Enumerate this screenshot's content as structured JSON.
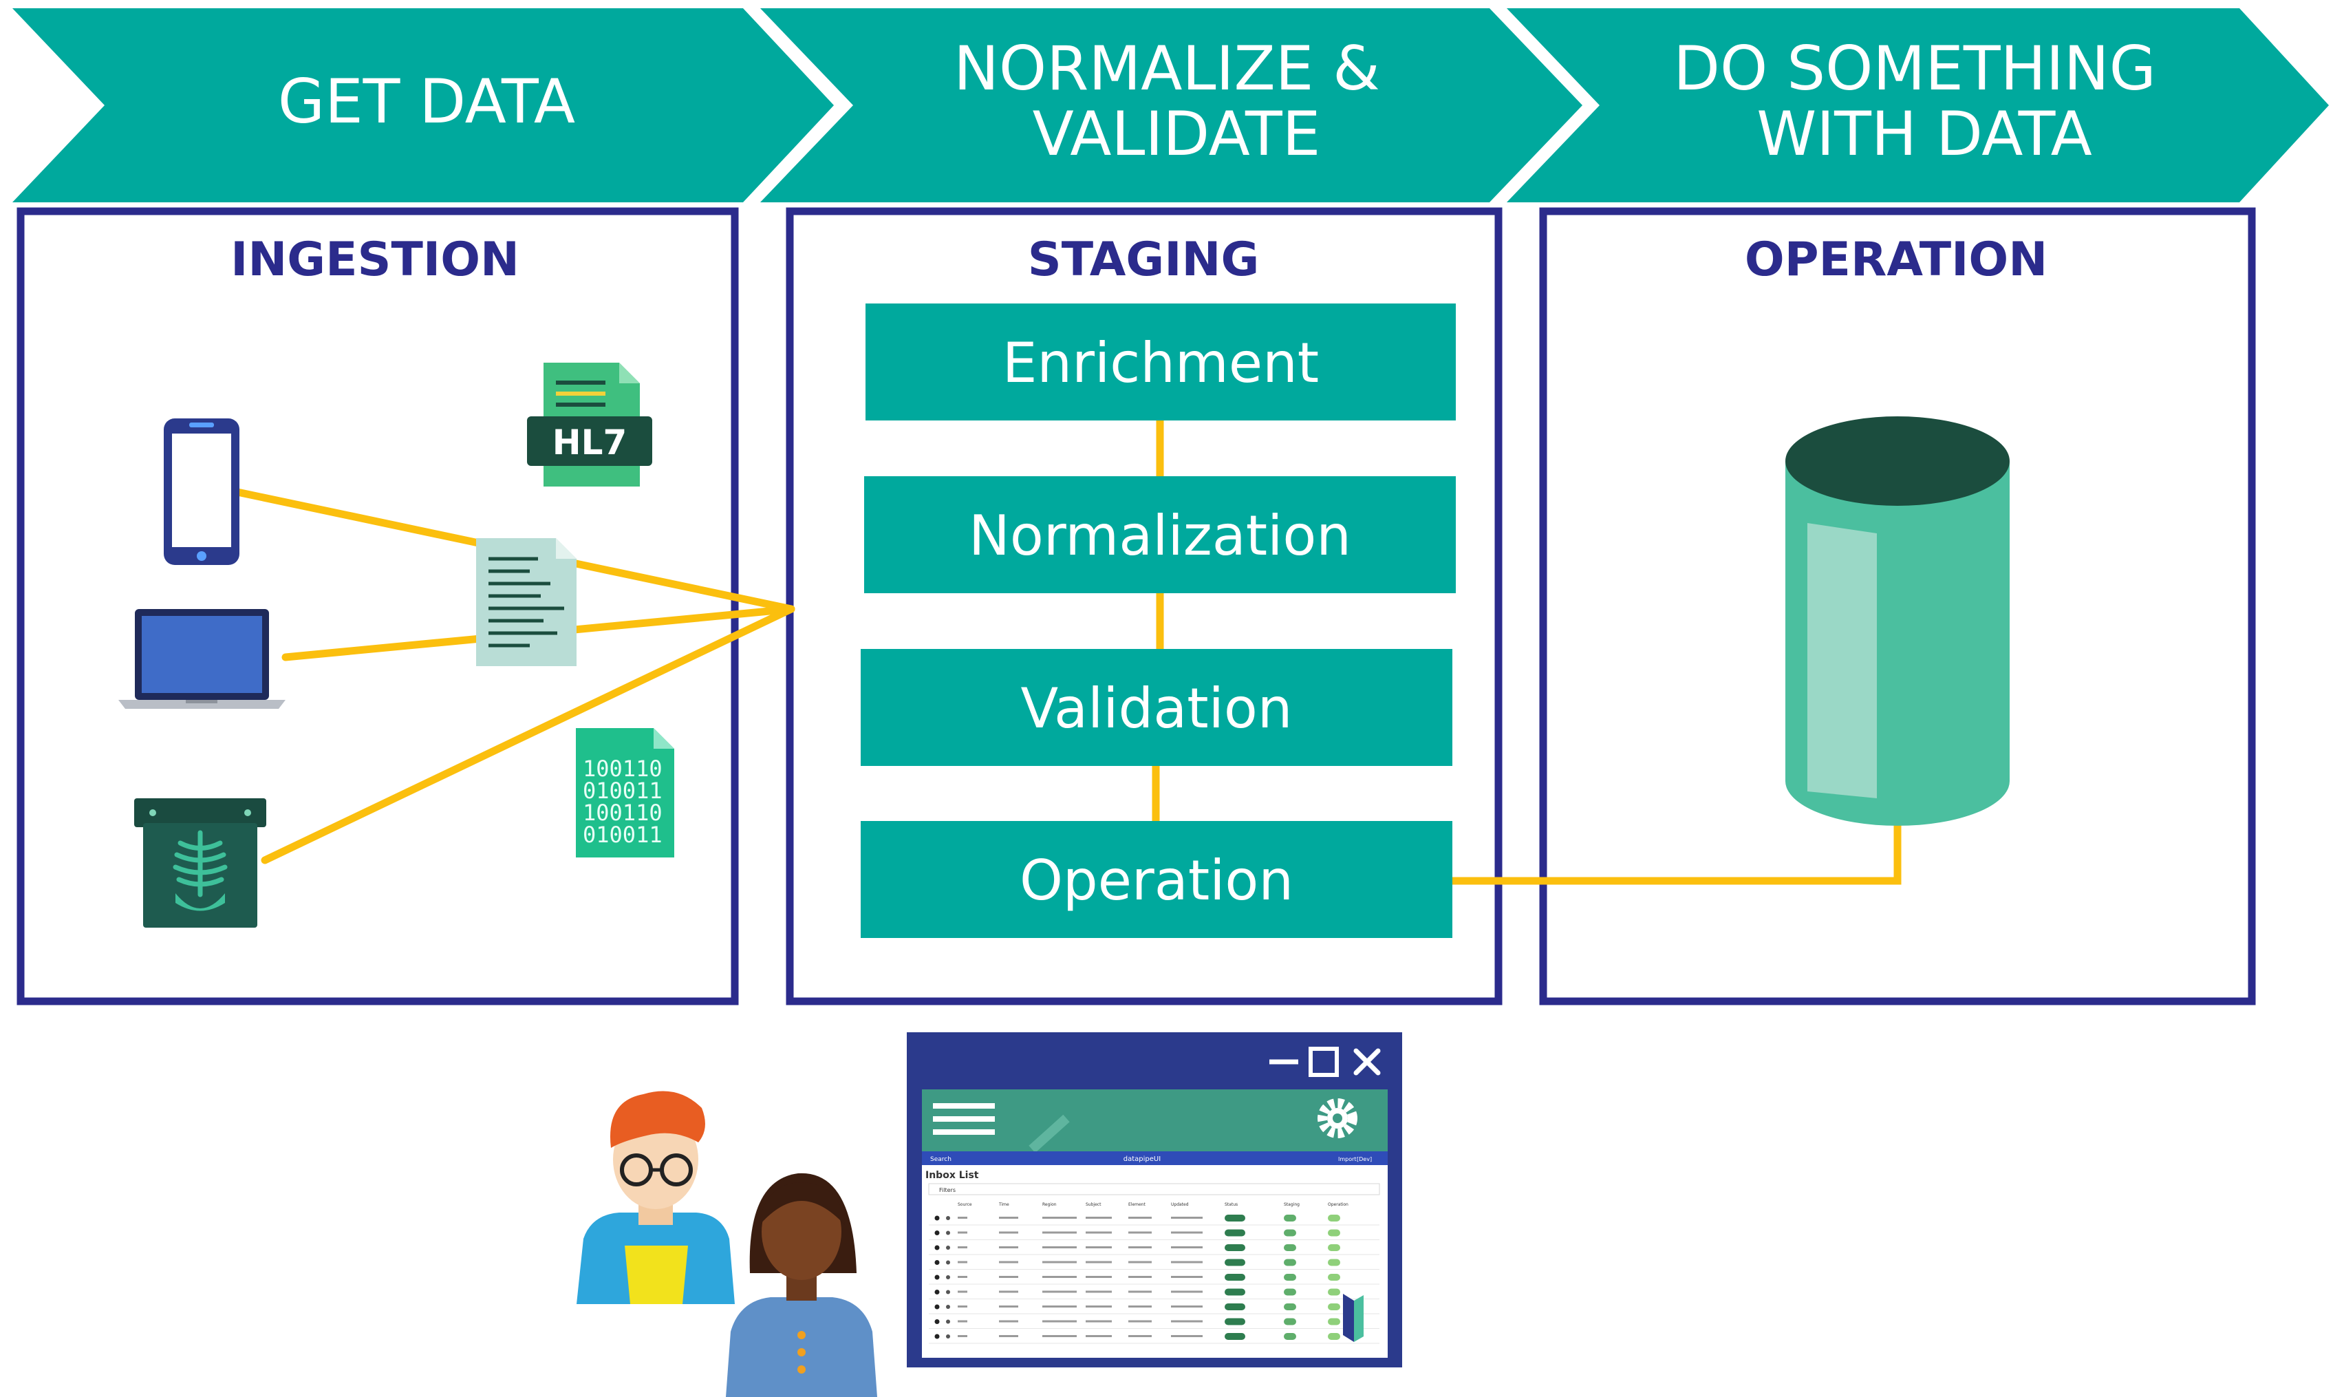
{
  "phases": [
    {
      "lines": [
        "GET DATA"
      ]
    },
    {
      "lines": [
        "NORMALIZE &",
        "VALIDATE"
      ]
    },
    {
      "lines": [
        "DO SOMETHING",
        "WITH DATA"
      ]
    }
  ],
  "panels": [
    {
      "title": "INGESTION"
    },
    {
      "title": "STAGING"
    },
    {
      "title": "OPERATION"
    }
  ],
  "steps": [
    "Enrichment",
    "Normalization",
    "Validation",
    "Operation"
  ],
  "icons": {
    "hl7": "HL7",
    "binary": [
      "100110",
      "010011",
      "100110",
      "010011"
    ]
  },
  "app_window": {
    "search_label": "Search",
    "app_name": "datapipeUI",
    "right_label": "Import",
    "right_badge": "[Dev]",
    "list_title": "Inbox List",
    "filters_label": "Filters",
    "columns": [
      "Source",
      "Time",
      "Region",
      "Subject",
      "Element",
      "Updated",
      "Status",
      "Staging",
      "Operation"
    ]
  },
  "colors": {
    "teal": "#00a99d",
    "navy": "#2b2b8c",
    "connector": "#fbbf0e",
    "cylinder_body": "#4bbf9f",
    "cylinder_top": "#1b4d3e"
  }
}
